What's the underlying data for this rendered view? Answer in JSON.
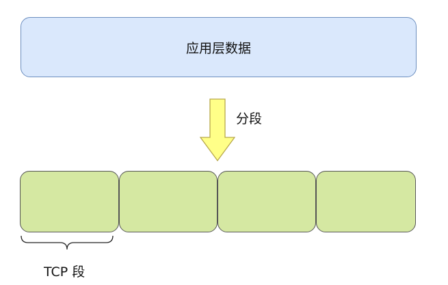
{
  "application_data": {
    "label": "应用层数据"
  },
  "arrow": {
    "label": "分段",
    "fill_color": "#ffff88",
    "stroke_color": "#b7a74a"
  },
  "segments": {
    "count": 4,
    "fill_color": "#d5e8a2",
    "stroke_color": "#555555",
    "brace_label": "TCP 段"
  },
  "colors": {
    "app_box_fill": "#dae8fc",
    "app_box_stroke": "#6c8ebf"
  }
}
